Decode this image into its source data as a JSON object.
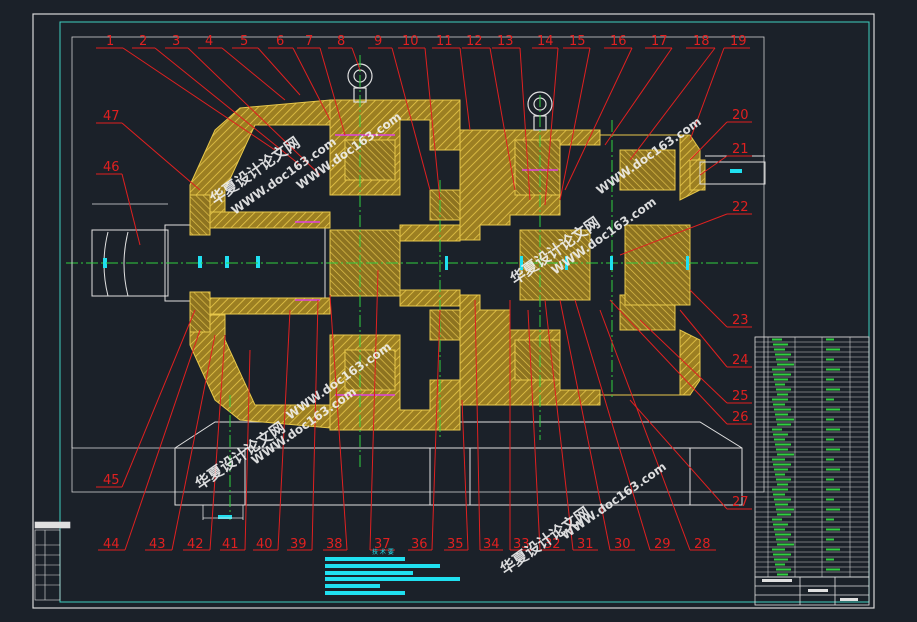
{
  "drawing": {
    "top_labels": [
      "1",
      "2",
      "3",
      "4",
      "5",
      "6",
      "7",
      "8",
      "9",
      "10",
      "11",
      "12",
      "13",
      "14",
      "15",
      "16",
      "17",
      "18",
      "19"
    ],
    "right_labels": [
      "20",
      "21",
      "22",
      "23",
      "24",
      "25",
      "26",
      "27"
    ],
    "bottom_labels": [
      "44",
      "43",
      "42",
      "41",
      "40",
      "39",
      "38",
      "37",
      "36",
      "35",
      "34",
      "33",
      "32",
      "31",
      "30",
      "29",
      "28"
    ],
    "left_labels": [
      "47",
      "46",
      "45"
    ],
    "watermarks": [
      "华夏设计论文网",
      "WWW.doc163.com"
    ],
    "tech_requirements_title": "技 术 要"
  },
  "colors": {
    "background": "#1b2129",
    "frame": "#d8d8d8",
    "inner_frame": "#3fd0c0",
    "leader_red": "#e02020",
    "hatch_fill": "#b89a2a",
    "hatch_line": "#e8c84a",
    "highlight_magenta": "#e040e0",
    "center_green": "#30d040",
    "watermark": "#f2f2f2",
    "cyan_bar": "#20e0f0",
    "table_green": "#30d040"
  }
}
